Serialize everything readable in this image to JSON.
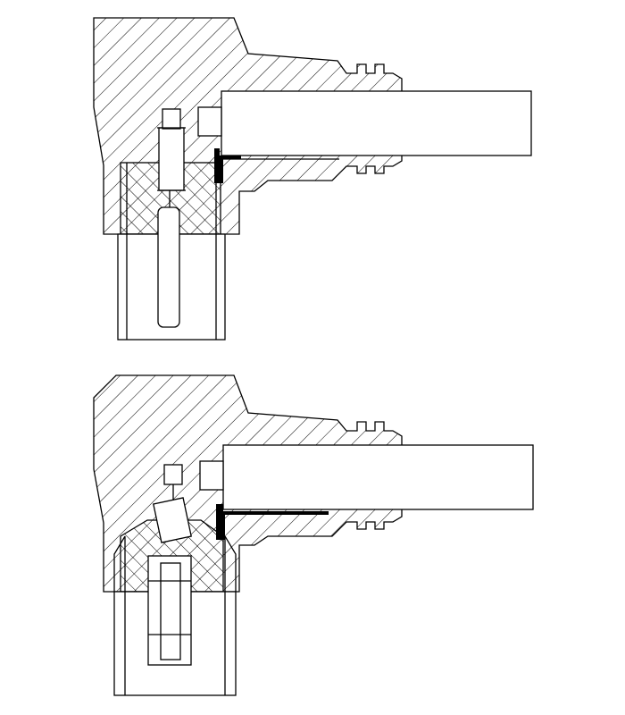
{
  "figure": {
    "colors": {
      "line": "#000000",
      "background": "#ffffff",
      "hatch": "#000000"
    },
    "views": [
      {
        "id": "top-view",
        "state": "upper assembly"
      },
      {
        "id": "bottom-view",
        "state": "lower assembly"
      }
    ]
  }
}
